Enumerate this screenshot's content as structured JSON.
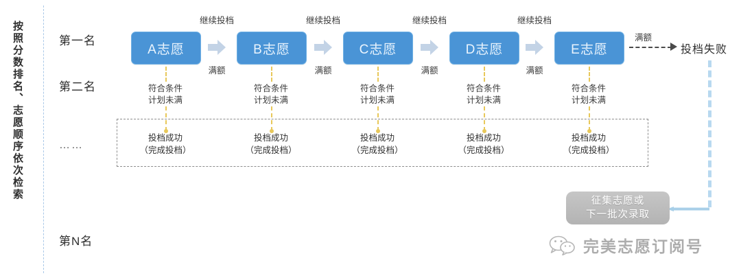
{
  "side_caption": "按照分数排名、志愿顺序依次检索",
  "ranks": [
    {
      "label": "第一名"
    },
    {
      "label": "第二名"
    },
    {
      "label": "……"
    },
    {
      "label": "第N名"
    }
  ],
  "boxes": [
    {
      "label": "A志愿"
    },
    {
      "label": "B志愿"
    },
    {
      "label": "C志愿"
    },
    {
      "label": "D志愿"
    },
    {
      "label": "E志愿"
    }
  ],
  "gap_labels": {
    "continue": "继续投档",
    "full": "满额"
  },
  "continue_labels": [
    "继续投档",
    "继续投档",
    "继续投档",
    "继续投档"
  ],
  "full_labels": [
    "满额",
    "满额",
    "满额",
    "满额"
  ],
  "condition_text": "符合条件\n计划未满",
  "conditions": [
    "符合条件\n计划未满",
    "符合条件\n计划未满",
    "符合条件\n计划未满",
    "符合条件\n计划未满",
    "符合条件\n计划未满"
  ],
  "success_text": "投档成功\n（完成投档）",
  "successes": [
    "投档成功\n（完成投档）",
    "投档成功\n（完成投档）",
    "投档成功\n（完成投档）",
    "投档成功\n（完成投档）",
    "投档成功\n（完成投档）"
  ],
  "fail": {
    "full_label": "满额",
    "text": "投档失败"
  },
  "fallback_pill": {
    "line1": "征集志愿或",
    "line2": "下一批次录取"
  },
  "logo": {
    "icon": "wechat-bubble-icon",
    "text": "完美志愿订阅号"
  },
  "colors": {
    "box_blue": "#4a94d6",
    "box_border": "#6fb0e4",
    "arrow_grey": "#c3d3e6",
    "yellow_dash": "#e8c85a",
    "blue_dash": "#b8d9f0",
    "divider_blue": "#a9c8e8",
    "pill_grey": "#bcbcbc",
    "text_dark": "#2f2f2f"
  }
}
